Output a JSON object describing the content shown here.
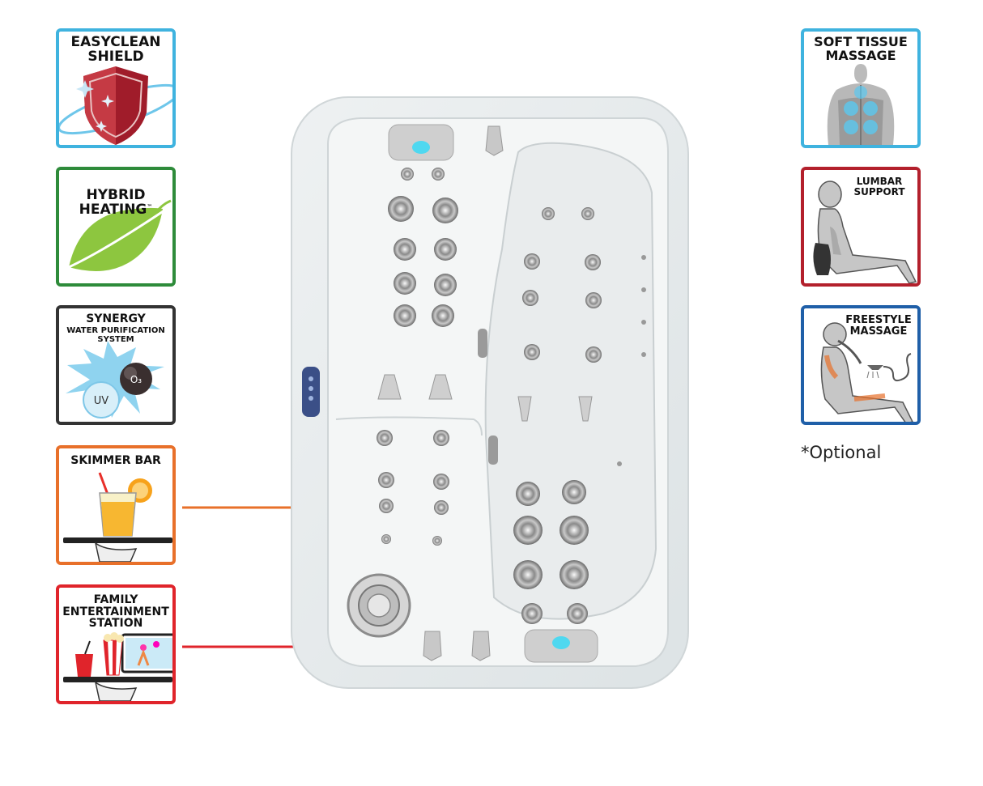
{
  "left_features": [
    {
      "id": "easyclean",
      "title": "EASYCLEAN\nSHIELD",
      "color": "#3fb3df"
    },
    {
      "id": "hybrid",
      "title": "HYBRID\nHEATING",
      "tm": "™",
      "color": "#2e8b3a"
    },
    {
      "id": "synergy",
      "title": "SYNERGY",
      "subtitle": "WATER PURIFICATION\nSYSTEM",
      "label_o3": "O₃",
      "label_uv": "UV",
      "color": "#333333"
    },
    {
      "id": "skimmer",
      "title": "SKIMMER BAR",
      "color": "#e8702a"
    },
    {
      "id": "family",
      "title": "FAMILY\nENTERTAINMENT\nSTATION",
      "color": "#e0242b"
    }
  ],
  "right_features": [
    {
      "id": "softtissue",
      "title": "SOFT TISSUE\nMASSAGE",
      "color": "#3fb3df"
    },
    {
      "id": "lumbar",
      "title": "LUMBAR\nSUPPORT",
      "color": "#b3202c"
    },
    {
      "id": "freestyle",
      "title": "FREESTYLE\nMASSAGE",
      "color": "#1f5fa8"
    }
  ],
  "footnote": "*Optional",
  "icons": {
    "shield": "shield-icon",
    "leaf": "leaf-icon",
    "splash": "splash-icon",
    "drink": "drink-tray-icon",
    "entertainment": "entertainment-tray-icon",
    "back": "back-massage-icon",
    "lumbar": "lumbar-pillow-icon",
    "freestyle": "handheld-shower-icon",
    "tub": "hot-tub-image"
  }
}
